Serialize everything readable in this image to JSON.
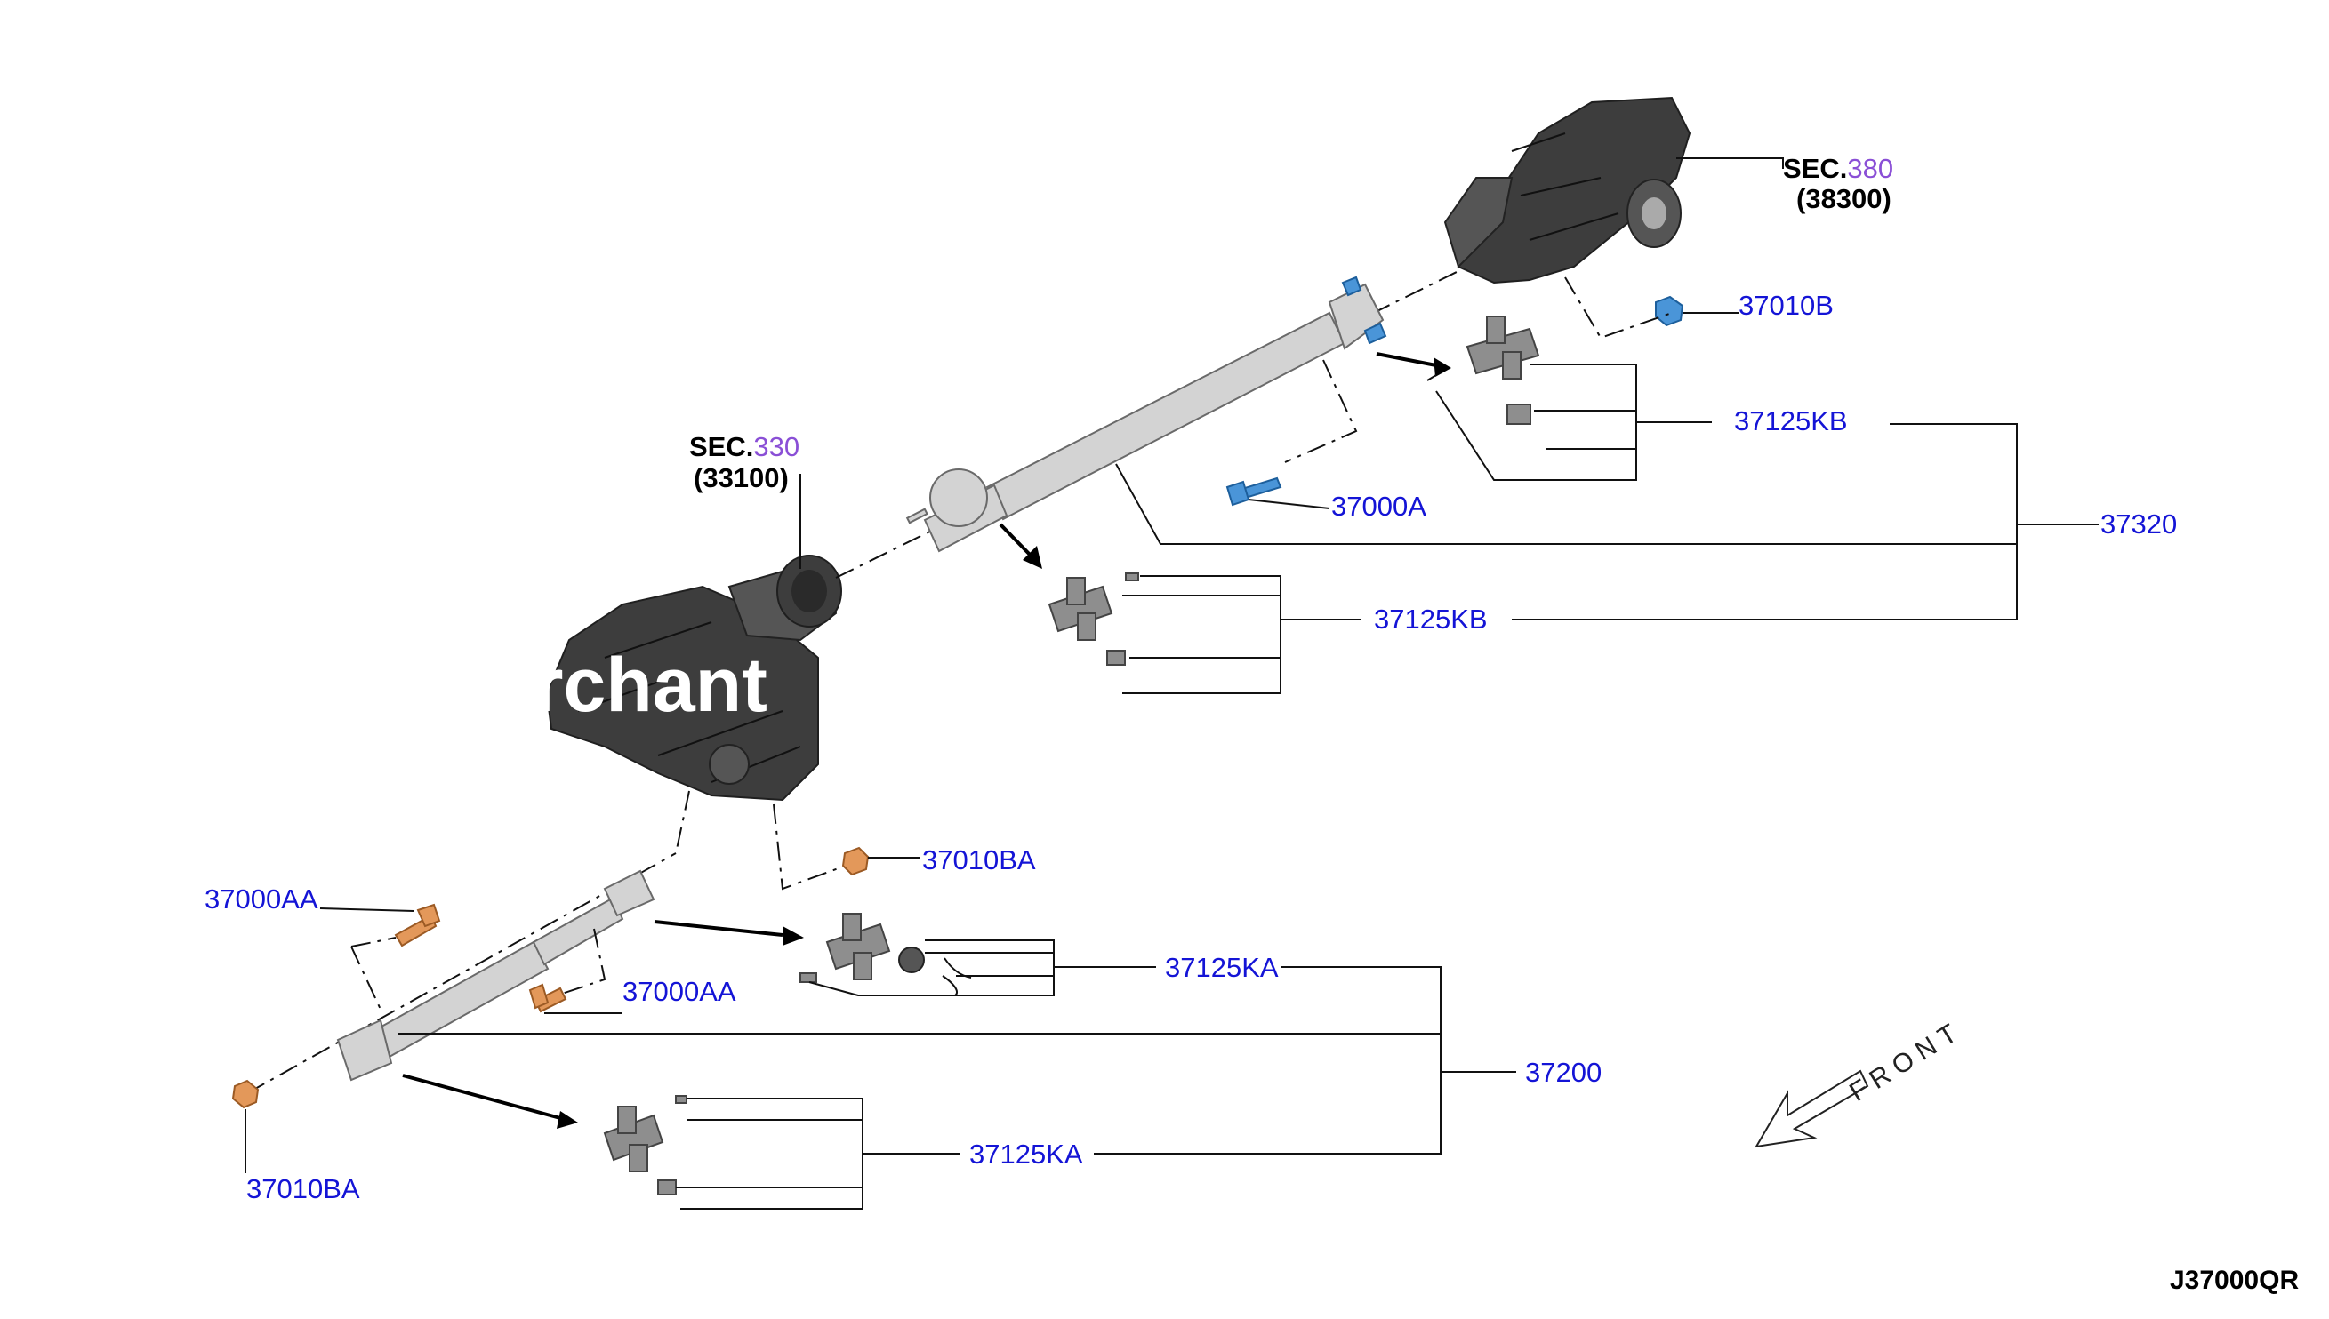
{
  "labels": {
    "p37010B": "37010B",
    "p37125KB_upper": "37125KB",
    "p37000A": "37000A",
    "p37320": "37320",
    "p37125KB_lower": "37125KB",
    "p37010BA_mid": "37010BA",
    "p37000AA_left": "37000AA",
    "p37000AA_mid": "37000AA",
    "p37125KA_upper": "37125KA",
    "p37200": "37200",
    "p37125KA_lower": "37125KA",
    "p37010BA_bottom": "37010BA"
  },
  "sections": {
    "rear": {
      "prefix": "SEC.",
      "number": "380",
      "sub": "(38300)"
    },
    "transfer": {
      "prefix": "SEC.",
      "number": "330",
      "sub": "(33100)"
    }
  },
  "front_label": "FRONT",
  "figure_code": "J37000QR",
  "watermark": "rchant",
  "colors": {
    "label": "#1414d6",
    "section_number": "#8a4fd6",
    "bolt_blue": "#4a95d8",
    "bolt_orange": "#e3985a"
  }
}
